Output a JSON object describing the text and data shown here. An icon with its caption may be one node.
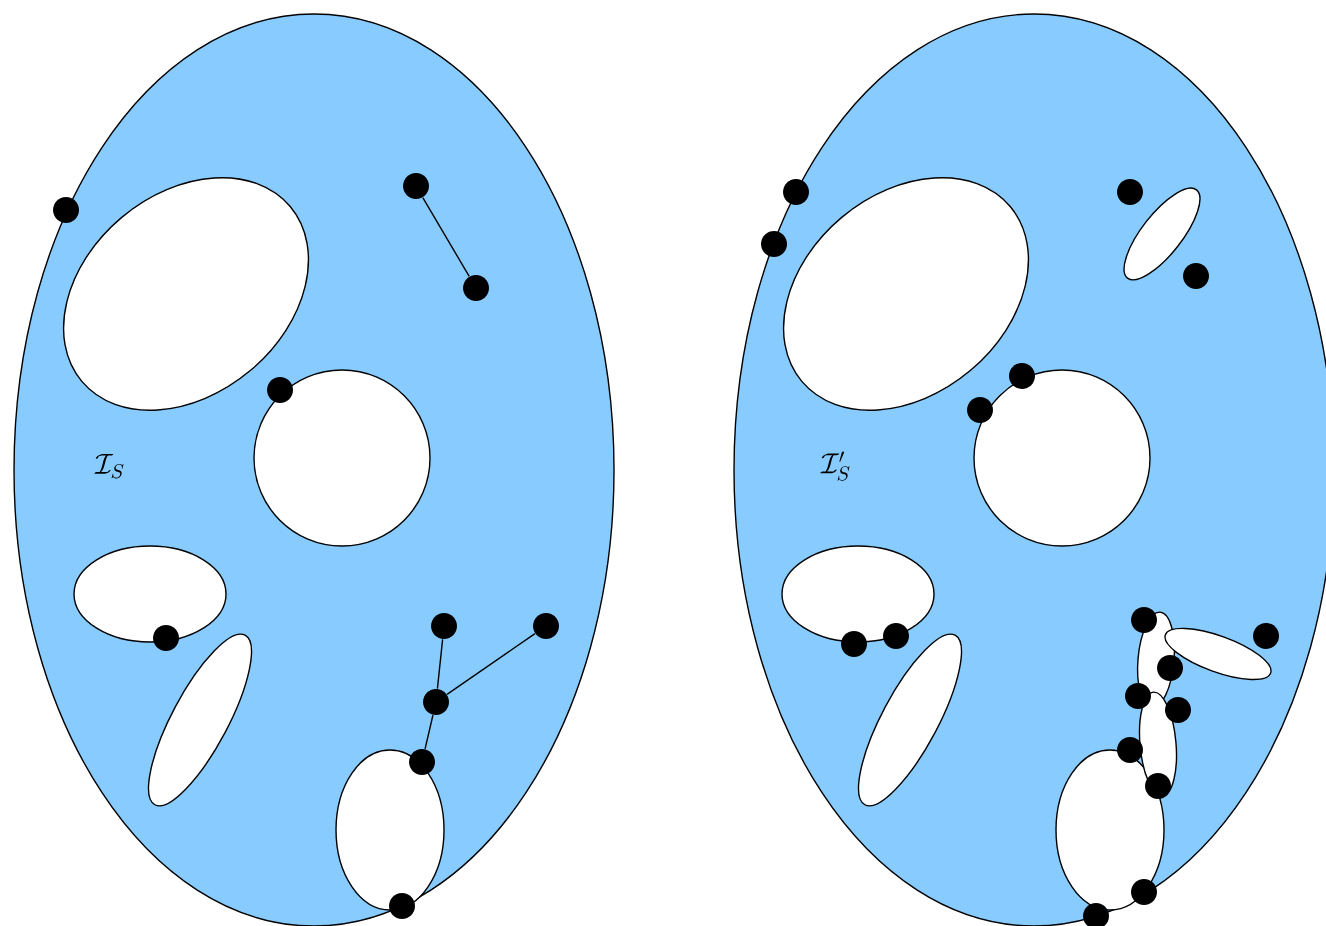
{
  "diagram": {
    "nodes": [
      {
        "text": [],
        "shape": "circle"
      },
      {
        "text": [],
        "shape": "circle"
      },
      {
        "text": [],
        "shape": "circle"
      },
      {
        "text": [],
        "shape": "circle"
      },
      {
        "text": [],
        "shape": "circle"
      },
      {
        "text": [],
        "shape": "circle"
      }
    ],
    "edges": [
      {
        "from": 0,
        "to": 1,
        "arrow": "none"
      },
      {
        "from": 2,
        "to": 4,
        "arrow": "none"
      },
      {
        "from": 3,
        "to": 4,
        "arrow": "none"
      },
      {
        "from": 4,
        "to": 5,
        "arrow": "none"
      }
    ],
    "labels": [
      "\\mathcal{I}_S",
      "\\mathcal{I}'_S"
    ]
  }
}
